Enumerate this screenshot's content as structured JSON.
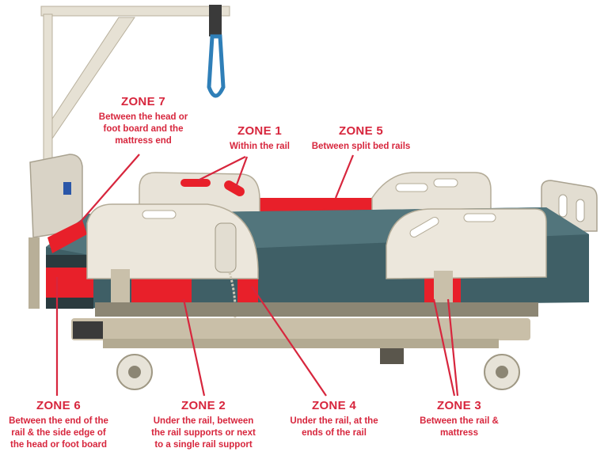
{
  "colors": {
    "accent": "#d7263d",
    "highlight": "#e8202a",
    "mattress": "#3f5f66",
    "rail": "#e8e3d8",
    "frame": "#c9bfa8"
  },
  "zones": [
    {
      "id": "zone7",
      "title": "ZONE 7",
      "lines": [
        "Between the head or",
        "foot board and the",
        "mattress end"
      ]
    },
    {
      "id": "zone1",
      "title": "ZONE 1",
      "lines": [
        "Within the rail"
      ]
    },
    {
      "id": "zone5",
      "title": "ZONE 5",
      "lines": [
        "Between split bed rails"
      ]
    },
    {
      "id": "zone6",
      "title": "ZONE 6",
      "lines": [
        "Between the end of the",
        "rail & the side edge of",
        "the head or foot board"
      ]
    },
    {
      "id": "zone2",
      "title": "ZONE 2",
      "lines": [
        "Under the rail, between",
        "the rail supports or next",
        "to a single rail support"
      ]
    },
    {
      "id": "zone4",
      "title": "ZONE 4",
      "lines": [
        "Under the rail, at the",
        "ends of the rail"
      ]
    },
    {
      "id": "zone3",
      "title": "ZONE 3",
      "lines": [
        "Between the rail &",
        "mattress"
      ]
    }
  ]
}
